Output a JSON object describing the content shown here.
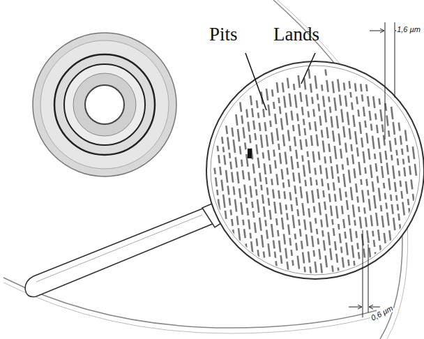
{
  "diagram": {
    "labels": [
      "Pits",
      "Lands",
      "1,6 µm",
      "0,6 µm"
    ]
  }
}
